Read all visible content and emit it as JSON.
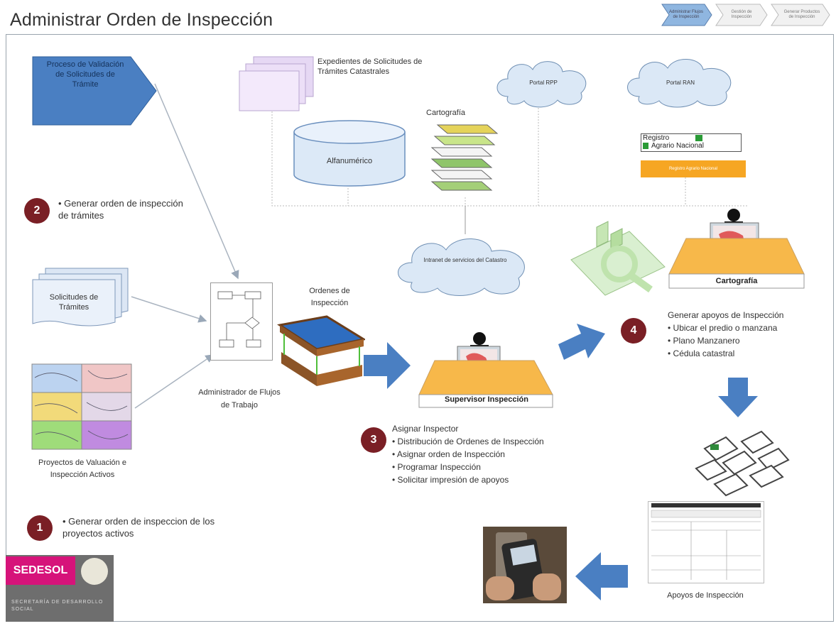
{
  "header": {
    "title": "Administrar Orden de Inspección",
    "breadcrumb": [
      "Administrar Flujos de Inspección",
      "Gestión de Inspección",
      "Generar Productos de Inspección"
    ]
  },
  "nodes": {
    "validacion": "Proceso de Validación de Solicitudes de Trámite",
    "expedientes": "Expedientes de Solicitudes de Trámites Catastrales",
    "portal_rpp": "Portal RPP",
    "portal_ran": "Portal RAN",
    "cartografia_label": "Cartografía",
    "alfanumerico": "Alfanumérico",
    "registro": "Registro",
    "agrario": "Agrario Nacional",
    "orange_bar": "Registro Agrario Nacional",
    "intranet": "Intranet de servicios del Catastro",
    "solicitudes": "Solicitudes de Trámites",
    "proyectos": "Proyectos de Valuación e Inspección Activos",
    "admin_flujos": "Administrador de Flujos de Trabajo",
    "ordenes": "Ordenes de Inspección",
    "supervisor": "Supervisor Inspección",
    "cartografia_desk": "Cartografía",
    "apoyos": "Apoyos de Inspección"
  },
  "steps": {
    "s1": {
      "num": "1",
      "text": "Generar orden de inspeccion de los proyectos activos"
    },
    "s2": {
      "num": "2",
      "text": "Generar orden de inspección de trámites"
    },
    "s3": {
      "num": "3",
      "title": "Asignar Inspector",
      "items": [
        "Distribución de Ordenes de Inspección",
        "Asignar orden de Inspección",
        "Programar Inspección",
        "Solicitar impresión de apoyos"
      ]
    },
    "s4": {
      "num": "4",
      "title": "Generar apoyos de Inspección",
      "items": [
        "Ubicar el predio o manzana",
        "Plano Manzanero",
        "Cédula catastral"
      ]
    }
  },
  "logo": {
    "brand": "SEDESOL",
    "sub": "SECRETARÍA DE DESARROLLO SOCIAL"
  },
  "colors": {
    "accent_blue": "#4a7fc2",
    "step_red": "#7a1f25",
    "desk_orange": "#f7b84a",
    "sedesol_pink": "#d6137a"
  }
}
